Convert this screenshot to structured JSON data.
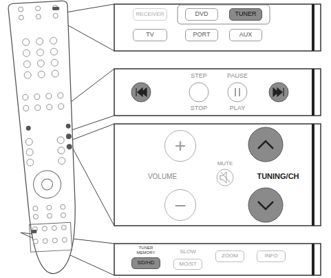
{
  "diagram": {
    "nodes": [
      {
        "text": [
          "RECEIVER"
        ]
      },
      {
        "text": [
          "DVD"
        ]
      },
      {
        "text": [
          "TUNER"
        ]
      },
      {
        "text": [
          "TV"
        ]
      },
      {
        "text": [
          "PORT"
        ]
      },
      {
        "text": [
          "AUX"
        ]
      },
      {
        "text": [
          "+"
        ]
      },
      {
        "text": [
          "−"
        ]
      },
      {
        "text": [
          "SD/HD"
        ]
      },
      {
        "text": [
          "MO/ST"
        ]
      },
      {
        "text": [
          "ZOOM"
        ]
      },
      {
        "text": [
          "INFO"
        ]
      }
    ],
    "labels": [
      "STEP",
      "STOP",
      "PAUSE",
      "PLAY",
      "VOLUME",
      "MUTE",
      "TUNING/CH",
      "TUNER MEMORY",
      "SLOW"
    ]
  }
}
